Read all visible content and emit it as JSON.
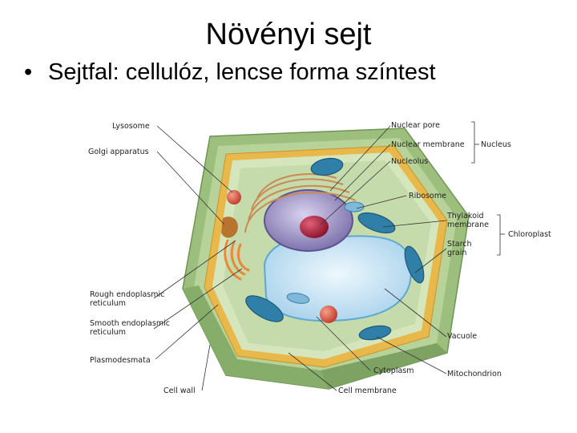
{
  "slide": {
    "title": "Növényi sejt",
    "bullet": "•",
    "bullet_text": "Sejtfal: cellulóz, lencse forma színtest"
  },
  "diagram": {
    "labels": {
      "lysosome": "Lysosome",
      "golgi": "Golgi apparatus",
      "rough_er": [
        "Rough endoplasmic",
        "reticulum"
      ],
      "smooth_er": [
        "Smooth endoplasmic",
        "reticulum"
      ],
      "plasmodesmata": "Plasmodesmata",
      "cell_wall": "Cell wall",
      "cell_membrane": "Cell membrane",
      "cytoplasm": "Cytoplasm",
      "mitochondrion": "Mitochondrion",
      "vacuole": "Vacuole",
      "starch": [
        "Starch",
        "grain"
      ],
      "thylakoid": [
        "Thylakoid",
        "membrane"
      ],
      "chloroplast": "Chloroplast",
      "ribosome": "Ribosome",
      "nucleolus": "Nucleolus",
      "nuclear_membrane": "Nuclear membrane",
      "nuclear_pore": "Nuclear pore",
      "nucleus": "Nucleus"
    },
    "colors": {
      "cell_wall": "#a9c98a",
      "cell_wall_dark": "#86ad6a",
      "membrane": "#e8b84a",
      "cytoplasm": "#c9dcb0",
      "vacuole": "#cfe6f5",
      "chloroplast": "#2f7fa8",
      "nucleus": "#9a8fc0",
      "nucleolus": "#b8203a",
      "golgi": "#e8883a"
    }
  }
}
